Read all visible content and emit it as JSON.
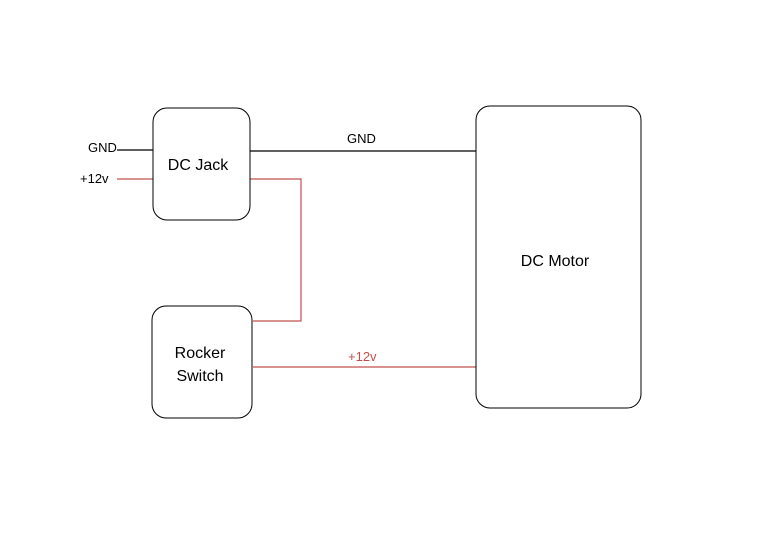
{
  "components": {
    "dc_jack": "DC Jack",
    "rocker_switch_line1": "Rocker",
    "rocker_switch_line2": "Switch",
    "dc_motor": "DC Motor"
  },
  "wire_labels": {
    "gnd_input": "GND",
    "pos_input": "+12v",
    "gnd_to_motor": "GND",
    "pos_to_motor": "+12v"
  },
  "colors": {
    "ground_wire": "#000000",
    "positive_wire": "#c0504d"
  }
}
